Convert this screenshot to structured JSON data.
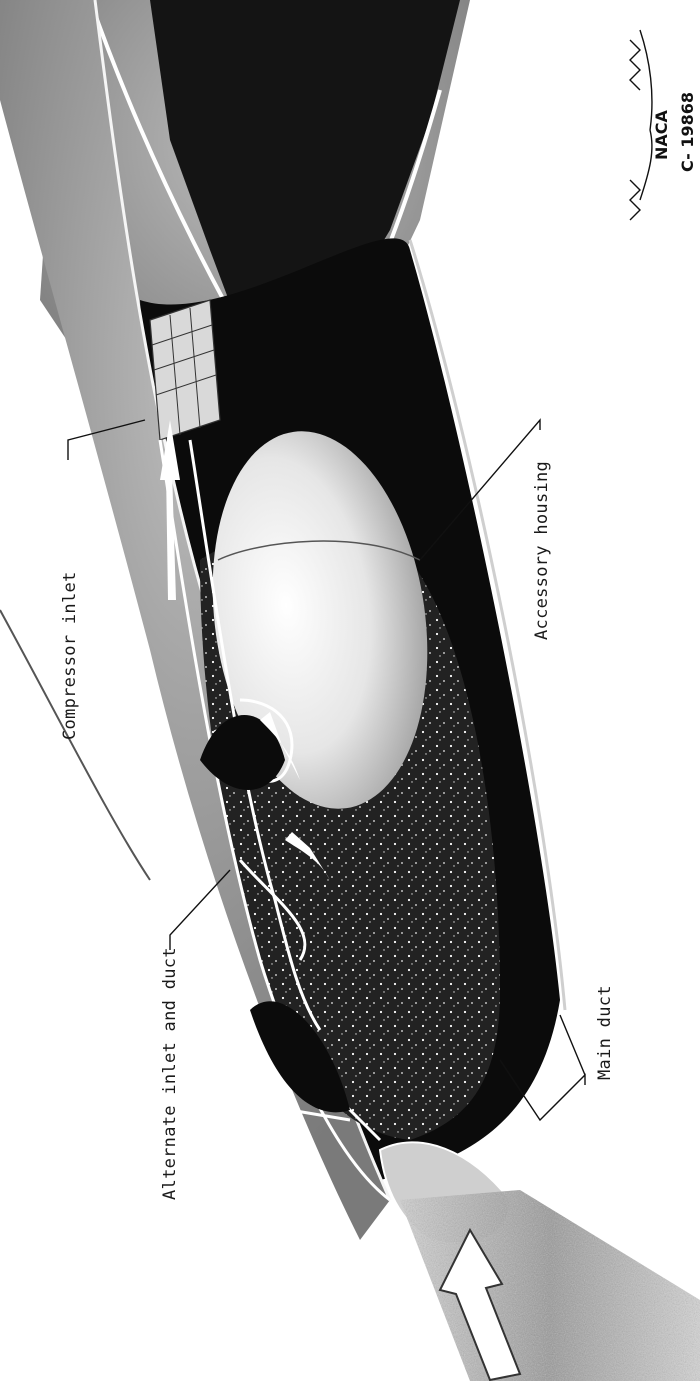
{
  "labels": {
    "compressor_inlet": "Compressor inlet",
    "alternate_inlet": "Alternate inlet and duct",
    "accessory_housing": "Accessory housing",
    "main_duct": "Main duct"
  },
  "stamp": {
    "agency": "NACA",
    "photo_number": "C- 19868"
  },
  "colors": {
    "nacelle_dark": "#0b0b0b",
    "wing_gray": "#9a9a9a",
    "airflow_white": "#ffffff"
  }
}
